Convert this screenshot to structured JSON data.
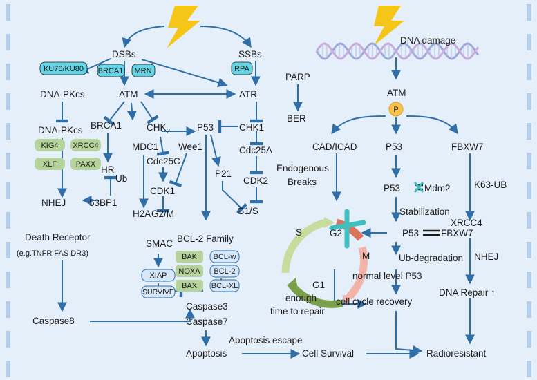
{
  "colors": {
    "background": "#e5effa",
    "edge_tile": "#b4cde9",
    "arrow": "#2f6ea6",
    "text": "#1a1a1a",
    "bolt": "#f5c518",
    "cyan_box": "#63d5e6",
    "green_box": "#b5d39b",
    "blue_box": "#d7e7fa",
    "g2_arc": "#d8735c",
    "m_arc": "#f2b4a8",
    "g1_arc": "#7ba04c",
    "s_arc": "#c8dc9e",
    "cross": "#3fbfbf",
    "p_badge": "#f6c24d"
  },
  "icons": [
    "lightning-bolt-icon",
    "dna-helix-icon",
    "phosphate-badge-icon",
    "cross-mark-icon"
  ],
  "left": {
    "dsbs": "DSBs",
    "ssbs": "SSBs",
    "ku70_ku80": "KU70/KU80",
    "brca1_top": "BRCA1",
    "mrn": "MRN",
    "rpa": "RPA",
    "dna_pkcs_1": "DNA-PKcs",
    "dna_pkcs_2": "DNA-PKcs",
    "atm": "ATM",
    "atr": "ATR",
    "brca1": "BRCA1",
    "chk2": "CHK",
    "chk2_sub": "2",
    "p53": "P53",
    "chk1": "CHK1",
    "kig4": "KIG4",
    "xrcc4": "XRCC4",
    "xlf": "XLF",
    "paxx": "PAXX",
    "hr": "HR",
    "ub": "Ub",
    "mdc1": "MDC1",
    "cdc25c": "Cdc25C",
    "wee1": "Wee1",
    "cdk1": "CDK1",
    "p21": "P21",
    "cdc25a": "Cdc25A",
    "cdk2": "CDK2",
    "nhej": "NHEJ",
    "bp53": "53BP1",
    "h2a": "H2A",
    "g2m": "G2/M",
    "g1s": "G1/S",
    "parp": "PARP",
    "ber": "BER"
  },
  "apoptosis": {
    "death_receptor": "Death Receptor",
    "death_receptor_examples": "(e.g.TNFR FAS DR3)",
    "smac": "SMAC",
    "xiap": "XIAP",
    "survive": "SURVIVE",
    "bcl2_family": "BCL-2 Family",
    "bak": "BAK",
    "noxa": "NOXA",
    "bax": "BAX",
    "bcl_w": "BCL-w",
    "bcl_2": "BCL-2",
    "bcl_xl": "BCL-XL",
    "caspase8": "Caspase8",
    "caspase3": "Caspase3",
    "caspase7": "Caspase7",
    "apoptosis": "Apoptosis",
    "apoptosis_escape": "Apoptosis escape",
    "cell_survival": "Cell Survival"
  },
  "right": {
    "dna_damage": "DNA damage",
    "atm": "ATM",
    "p_badge": "P",
    "cad_icad": "CAD/ICAD",
    "p53": "P53",
    "fbxw7": "FBXW7",
    "endogenous": "Endogenous",
    "breaks": "Breaks",
    "p53_2": "P53",
    "mdm2": "Mdm2",
    "k63_ub": "K63-UB",
    "stabilization": "Stabilization",
    "g2": "G2",
    "p53_3": "P53",
    "fbxw7_2": "FBXW7",
    "xrcc4": "XRCC4",
    "s": "S",
    "m": "M",
    "g1": "G1",
    "ub_degradation": "Ub-degradation",
    "nhej": "NHEJ",
    "normal_level_p53": "normal level P53",
    "dna_repair": "DNA Repair ↑",
    "enough": "enough",
    "time_to_repair": "time to repair",
    "cell_cycle_recovery": "cell cycle recovery",
    "radioresistant": "Radioresistant"
  }
}
